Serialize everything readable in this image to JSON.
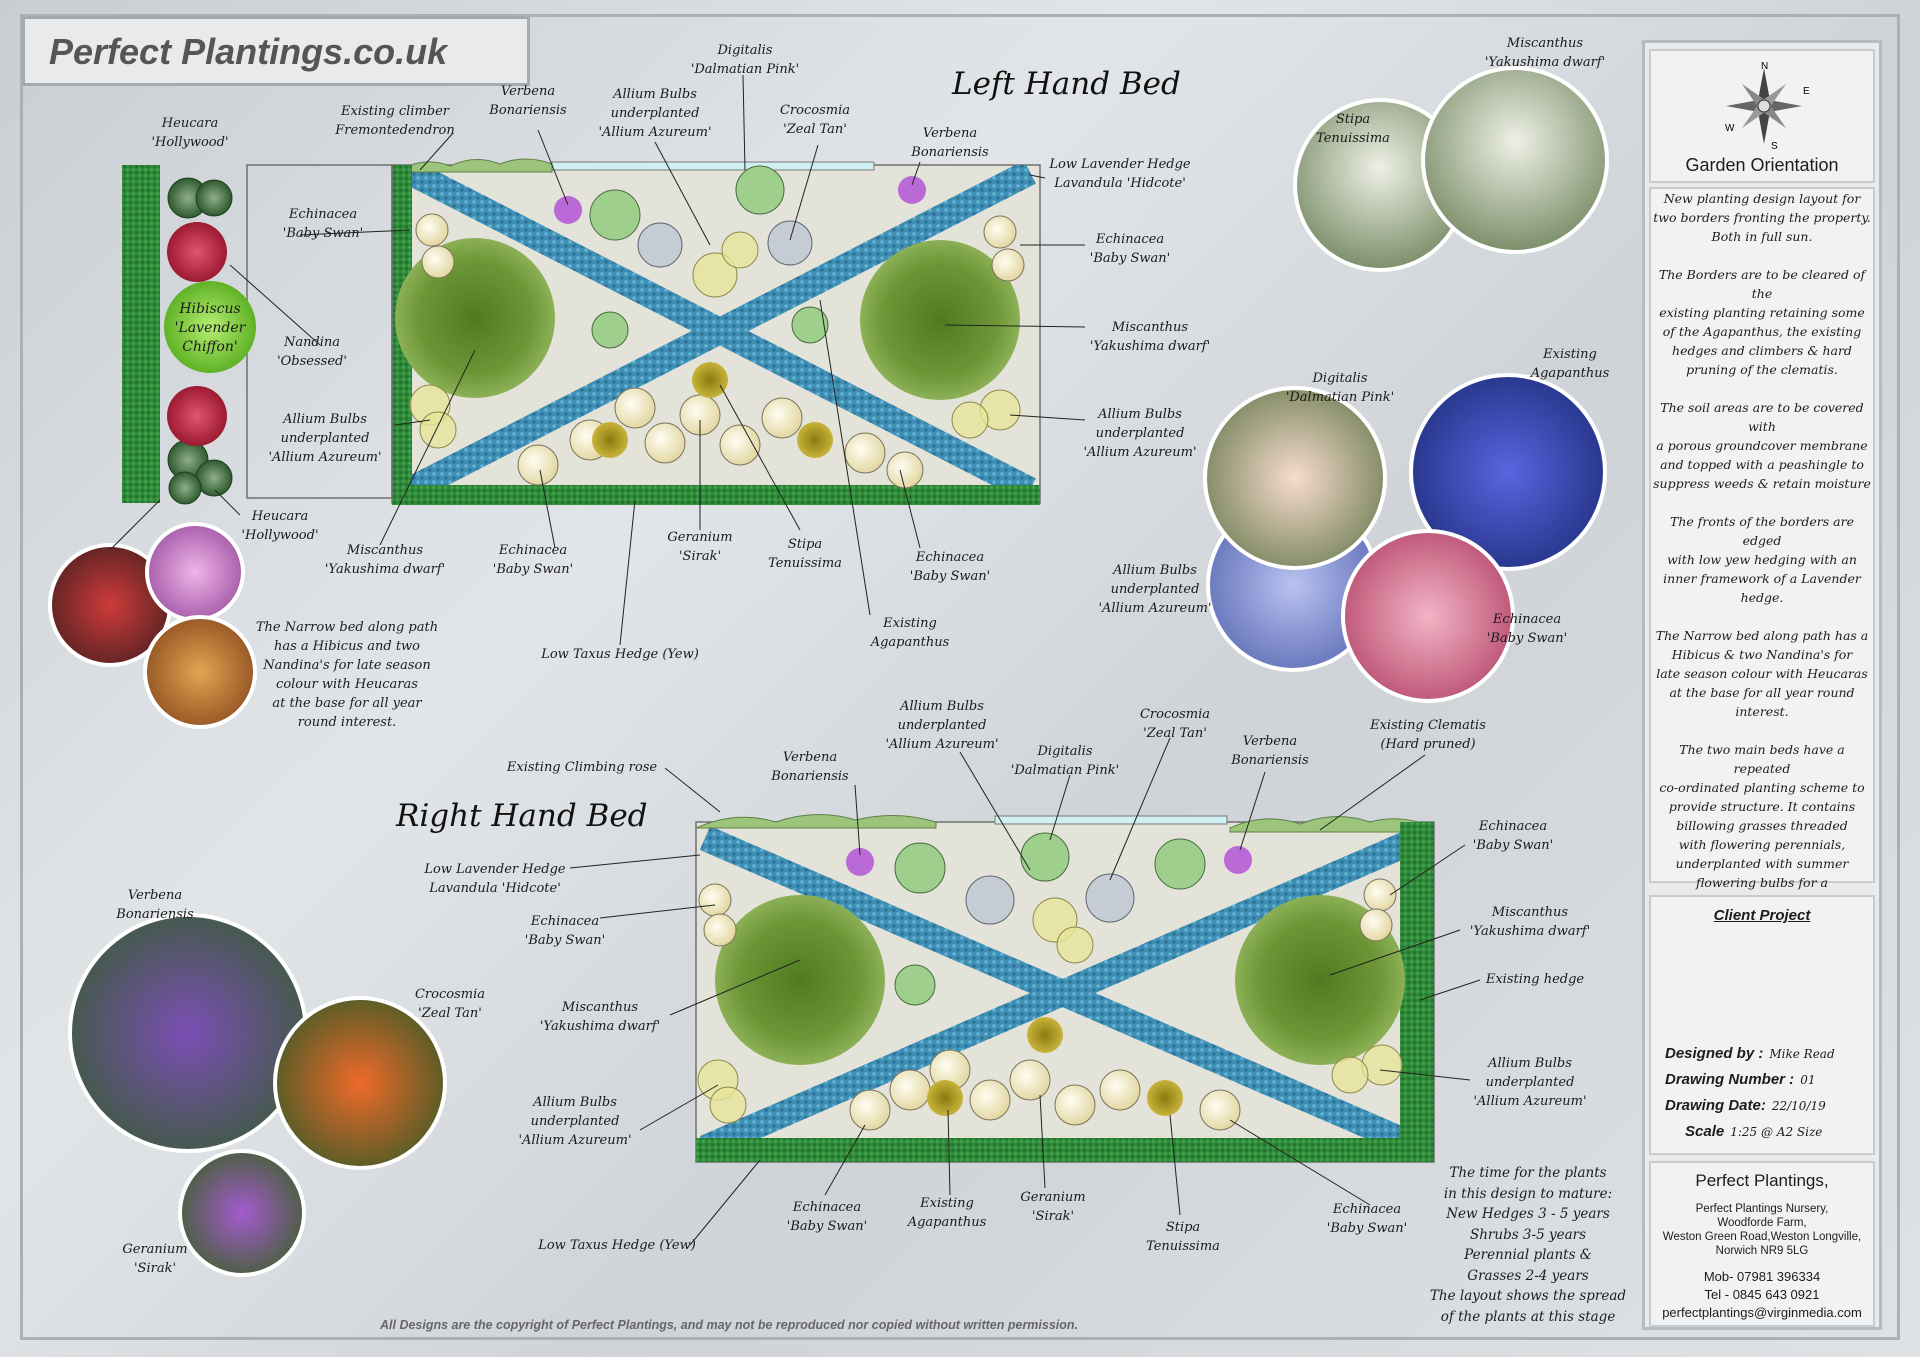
{
  "header": {
    "logo": "Perfect Plantings.co.uk"
  },
  "left_bed": {
    "title": "Left Hand Bed",
    "labels": {
      "heucara_top": "Heucara\n'Hollywood'",
      "existing_climber": "Existing climber\nFremontedendron",
      "verbena_1": "Verbena\nBonariensis",
      "allium_top": "Allium Bulbs\nunderplanted\n'Allium Azureum'",
      "digitalis": "Digitalis\n'Dalmatian Pink'",
      "crocosmia": "Crocosmia\n'Zeal Tan'",
      "verbena_2": "Verbena\nBonariensis",
      "lavender_hedge": "Low Lavender Hedge\nLavandula 'Hidcote'",
      "echinacea_left": "Echinacea\n'Baby Swan'",
      "echinacea_right": "Echinacea\n'Baby Swan'",
      "hibiscus": "Hibiscus\n'Lavender\nChiffon'",
      "nandina": "Nandina\n'Obsessed'",
      "miscanthus_right": "Miscanthus\n'Yakushima dwarf'",
      "allium_left": "Allium Bulbs\nunderplanted\n'Allium Azureum'",
      "allium_right": "Allium Bulbs\nunderplanted\n'Allium Azureum'",
      "heucara_bottom": "Heucara\n'Hollywood'",
      "miscanthus_bottom": "Miscanthus\n'Yakushima dwarf'",
      "echinacea_bottom_l": "Echinacea\n'Baby Swan'",
      "geranium": "Geranium\n'Sirak'",
      "stipa": "Stipa\nTenuissima",
      "echinacea_bottom_r": "Echinacea\n'Baby Swan'",
      "agapanthus": "Existing\nAgapanthus",
      "taxus_hedge": "Low Taxus Hedge (Yew)"
    },
    "narrow_bed_note": "The Narrow bed along path\nhas a Hibicus and two\nNandina's for late season\ncolour with Heucaras\nat the base for all year\nround interest."
  },
  "right_bed": {
    "title": "Right Hand Bed",
    "labels": {
      "climbing_rose": "Existing Climbing rose",
      "verbena_1": "Verbena\nBonariensis",
      "allium_top": "Allium Bulbs\nunderplanted\n'Allium Azureum'",
      "digitalis": "Digitalis\n'Dalmatian Pink'",
      "crocosmia": "Crocosmia\n'Zeal Tan'",
      "verbena_2": "Verbena\nBonariensis",
      "clematis": "Existing Clematis\n(Hard pruned)",
      "lavender_hedge": "Low Lavender Hedge\nLavandula 'Hidcote'",
      "echinacea_left": "Echinacea\n'Baby Swan'",
      "echinacea_right": "Echinacea\n'Baby Swan'",
      "miscanthus_left": "Miscanthus\n'Yakushima dwarf'",
      "miscanthus_right": "Miscanthus\n'Yakushima dwarf'",
      "existing_hedge": "Existing hedge",
      "allium_left": "Allium Bulbs\nunderplanted\n'Allium Azureum'",
      "allium_right": "Allium Bulbs\nunderplanted\n'Allium Azureum'",
      "echinacea_bottom_l": "Echinacea\n'Baby Swan'",
      "agapanthus": "Existing\nAgapanthus",
      "geranium": "Geranium\n'Sirak'",
      "stipa": "Stipa\nTenuissima",
      "echinacea_bottom_r": "Echinacea\n'Baby Swan'",
      "taxus_hedge": "Low Taxus Hedge (Yew)"
    }
  },
  "photo_labels": {
    "stipa": "Stipa\nTenuissima",
    "miscanthus": "Miscanthus\n'Yakushima dwarf'",
    "digitalis": "Digitalis\n'Dalmatian Pink'",
    "agapanthus": "Existing\nAgapanthus",
    "allium": "Allium Bulbs\nunderplanted\n'Allium Azureum'",
    "echinacea": "Echinacea\n'Baby Swan'",
    "verbena": "Verbena\nBonariensis",
    "crocosmia": "Crocosmia\n'Zeal Tan'",
    "geranium": "Geranium\n'Sirak'"
  },
  "maturity_note": "The time for the plants\nin this design to mature:\nNew Hedges 3 - 5 years\nShrubs 3-5 years\nPerennial plants &\nGrasses 2-4 years\nThe layout shows the spread\nof the plants at this stage",
  "sidebar": {
    "compass": {
      "n": "N",
      "e": "E",
      "s": "S",
      "w": "W"
    },
    "orientation_label": "Garden Orientation",
    "description": "New planting design layout for\ntwo borders fronting the property.\nBoth in full sun.\n\nThe Borders are to be cleared of the\nexisting planting retaining some\nof the Agapanthus, the existing\nhedges and climbers & hard\npruning of the clematis.\n\nThe soil areas are to be covered with\na porous groundcover membrane\nand topped with a peashingle to\nsuppress weeds & retain moisture\n\nThe fronts of the borders are edged\nwith low yew hedging with an\ninner framework of a Lavender\nhedge.\n\nThe Narrow bed along path has a\nHibicus & two Nandina's for\nlate season colour with Heucaras\nat the base for all year round\ninterest.\n\nThe two main beds have a repeated\nco-ordinated planting scheme to\nprovide structure. It contains\nbillowing grasses threaded\nwith flowering perennials,\nunderplanted with summer\nflowering bulbs for a\nlong season of interest whilst\nbeing of low maintenance",
    "client_project": "Client Project",
    "designed_by": {
      "label": "Designed by :",
      "value": "Mike Read"
    },
    "drawing_number": {
      "label": "Drawing Number :",
      "value": "01"
    },
    "drawing_date": {
      "label": "Drawing Date:",
      "value": "22/10/19"
    },
    "scale": {
      "label": "Scale",
      "value": "1:25 @ A2 Size"
    },
    "company": "Perfect Plantings,",
    "address": [
      "Perfect Plantings Nursery,",
      "Woodforde Farm,",
      "Weston Green Road,Weston Longville,",
      "Norwich NR9 5LG"
    ],
    "mobile": "Mob- 07981 396334",
    "tel": "Tel - 0845 643 0921",
    "email": "perfectplantings@virginmedia.com"
  },
  "copyright": "All Designs are the copyright of Perfect Plantings, and may not be reproduced nor copied without written permission.",
  "colors": {
    "hedge": "#2f8a3a",
    "lavender_path": "#3f8fb5",
    "miscanthus": "#5f8a2a",
    "echinacea": "#f3ecc8",
    "allium": "#e7e39a",
    "stipa": "#b5a11f",
    "heucara": "#3d6e3a",
    "nandina": "#c02a45",
    "hibiscus": "#8fd24a",
    "verbena": "#b96ad6"
  }
}
